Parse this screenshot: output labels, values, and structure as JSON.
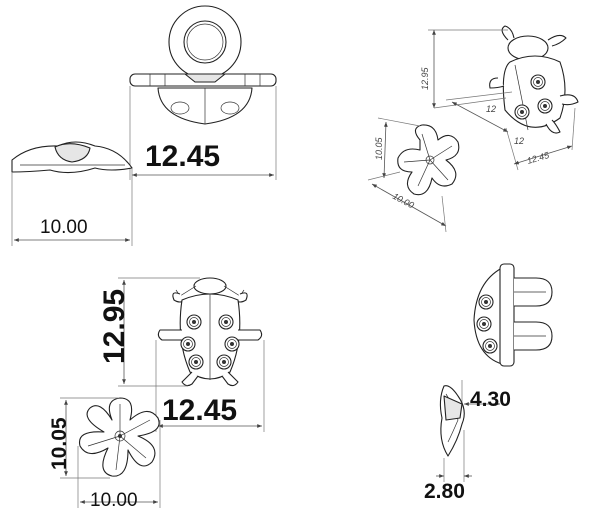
{
  "top_left_view": {
    "width_button_label": "12.45",
    "width_flower_label": "10.00"
  },
  "iso_view": {
    "height_label": "12.95",
    "depth_label": "12",
    "width_label": "12.45",
    "width_prefix": "12",
    "flower_height_label": "10.05",
    "flower_width_label": "10.00"
  },
  "bottom_left_view": {
    "ladybug_height_label": "12.95",
    "ladybug_width_label": "12.45",
    "flower_height_label": "10.05",
    "flower_width_label": "10.00"
  },
  "side_view": {
    "ladybug_thickness_label": "4.30",
    "flower_thickness_label": "2.80"
  }
}
